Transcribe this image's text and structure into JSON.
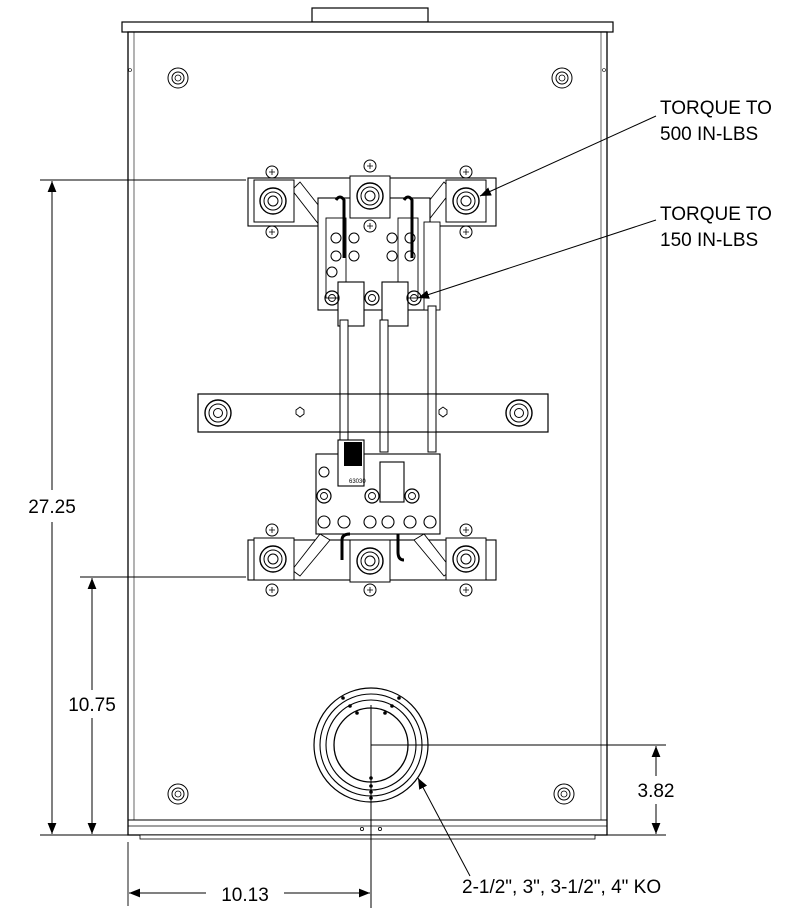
{
  "callouts": {
    "torque_500_line1": "TORQUE TO",
    "torque_500_line2": "500 IN-LBS",
    "torque_150_line1": "TORQUE TO",
    "torque_150_line2": "150 IN-LBS",
    "knockout": "2-1/2\", 3\", 3-1/2\", 4\" KO"
  },
  "dimensions": {
    "overall_height": "27.25",
    "lower_height": "10.75",
    "ko_height": "3.82",
    "width": "10.13"
  },
  "stamp_text": "63030",
  "icons": [
    "arrowhead-icon",
    "mounting-hole-icon",
    "hex-nut-icon",
    "screw-icon"
  ]
}
